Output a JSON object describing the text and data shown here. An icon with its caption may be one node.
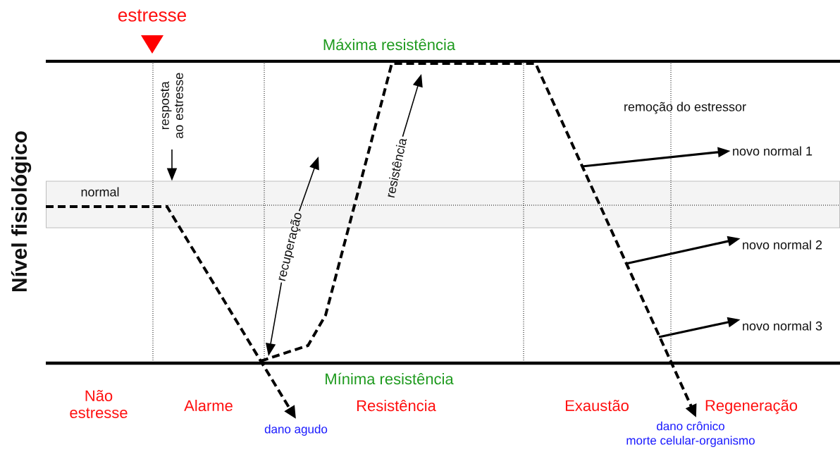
{
  "diagram": {
    "nodes": [
      {
        "text": [
          "resposta ao estresse"
        ]
      },
      {
        "text": [
          "recuperação"
        ]
      },
      {
        "text": [
          "resistência"
        ]
      },
      {
        "text": [
          "novo normal 1"
        ]
      },
      {
        "text": [
          "novo normal 2"
        ]
      },
      {
        "text": [
          "novo normal 3"
        ]
      },
      {
        "text": [
          "normal"
        ]
      }
    ],
    "edges": [
      {
        "from": 0,
        "to": 6,
        "arrow": "to"
      },
      {
        "from": 1,
        "to": null,
        "arrow": "to"
      },
      {
        "from": 1,
        "to": null,
        "arrow": "to"
      },
      {
        "from": 2,
        "to": null,
        "arrow": "to"
      },
      {
        "from": null,
        "to": 3,
        "arrow": "to"
      },
      {
        "from": null,
        "to": 4,
        "arrow": "to"
      },
      {
        "from": null,
        "to": 5,
        "arrow": "to"
      }
    ],
    "labels": [
      "estresse",
      "Máxima resistência",
      "Nível fisiológico",
      "remoção do estressor",
      "Mínima resistência",
      "Não estresse",
      "Alarme",
      "Resistência",
      "Exaustão",
      "Regeneração",
      "dano agudo",
      "dano crônico",
      "morte celular-organismo"
    ]
  }
}
